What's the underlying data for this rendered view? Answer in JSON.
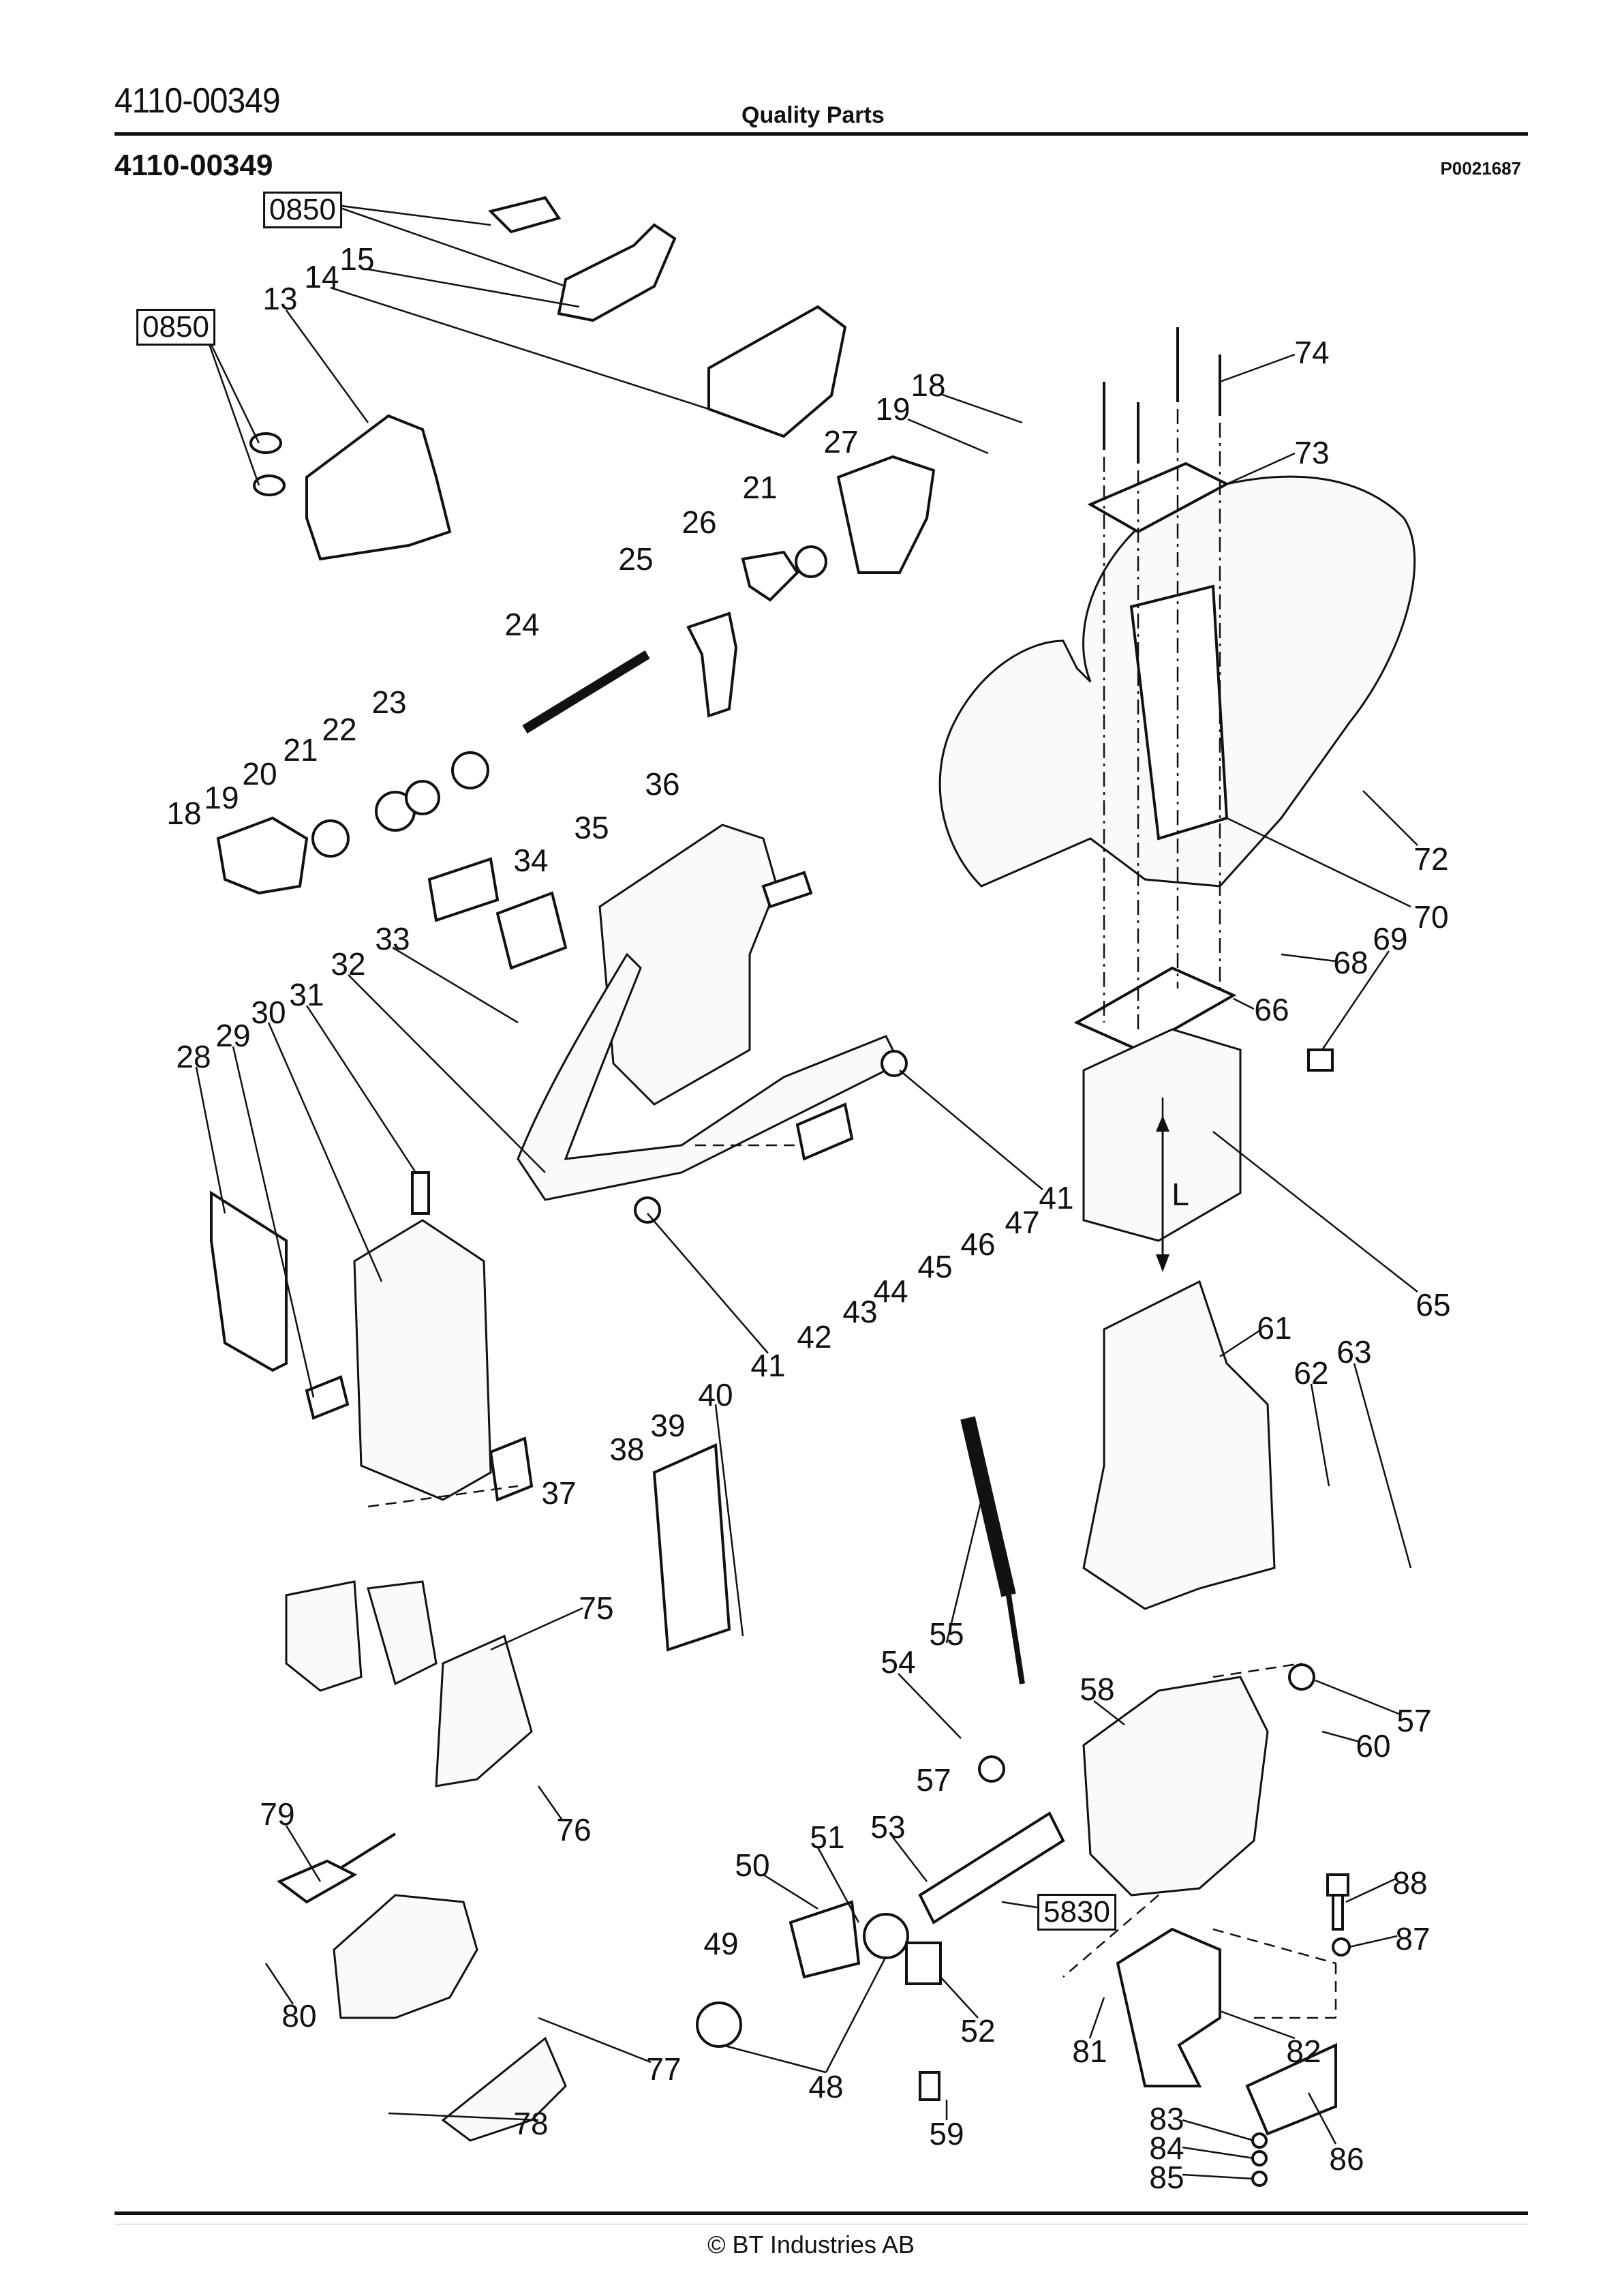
{
  "header": {
    "part_code": "4110-00349",
    "title": "Quality Parts",
    "section_code": "4110-00349",
    "drawing_number": "P0021687"
  },
  "reference_boxes": [
    {
      "id": "ref-0850-top",
      "label": "0850"
    },
    {
      "id": "ref-0850-left",
      "label": "0850"
    },
    {
      "id": "ref-5830",
      "label": "5830"
    }
  ],
  "callouts": [
    "13",
    "14",
    "15",
    "18",
    "19",
    "27",
    "74",
    "73",
    "21",
    "26",
    "25",
    "24",
    "23",
    "22",
    "21",
    "20",
    "19",
    "18",
    "36",
    "35",
    "34",
    "33",
    "32",
    "31",
    "30",
    "29",
    "28",
    "72",
    "70",
    "69",
    "68",
    "66",
    "41",
    "47",
    "46",
    "45",
    "44",
    "43",
    "42",
    "41",
    "65",
    "61",
    "62",
    "63",
    "40",
    "39",
    "38",
    "37",
    "75",
    "55",
    "54",
    "58",
    "57",
    "60",
    "57",
    "76",
    "79",
    "51",
    "53",
    "50",
    "88",
    "87",
    "49",
    "80",
    "52",
    "81",
    "82",
    "77",
    "48",
    "78",
    "59",
    "83",
    "84",
    "85",
    "86"
  ],
  "dimension_label": "L",
  "footer": {
    "copyright": "© BT Industries AB"
  }
}
